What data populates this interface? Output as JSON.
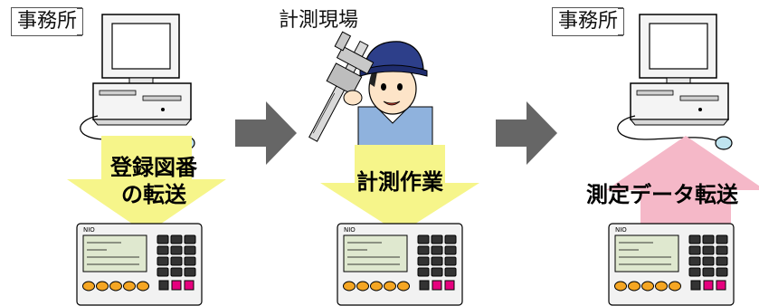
{
  "steps": [
    {
      "label": "事務所",
      "arrow_text": [
        "登録図番",
        "の転送"
      ],
      "arrow_direction": "down",
      "arrow_color": "#f6f58a"
    },
    {
      "label": "計測現場",
      "arrow_text": [
        "計測作業"
      ],
      "arrow_direction": "down",
      "arrow_color": "#f6f58a"
    },
    {
      "label": "事務所",
      "arrow_text": [
        "測定データ転送"
      ],
      "arrow_direction": "up",
      "arrow_color": "#f5b8c8"
    }
  ],
  "transition_arrow_color": "#666666",
  "icons": {
    "computer": "computer-icon",
    "worker": "worker-with-caliper-icon",
    "handheld": "handheld-terminal-icon"
  }
}
